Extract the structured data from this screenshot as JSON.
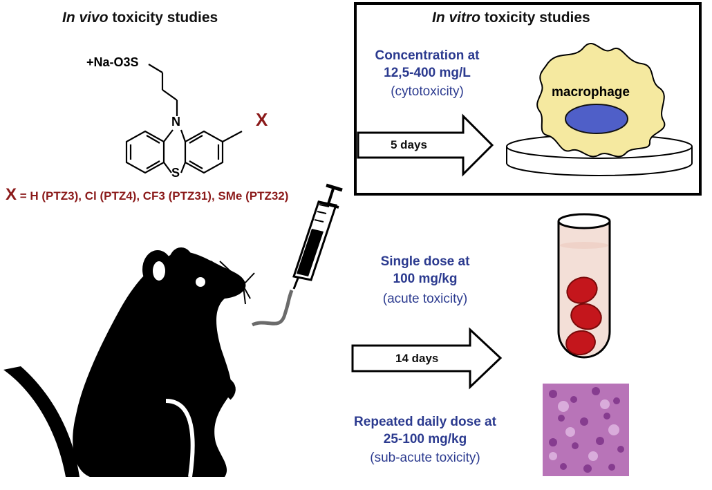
{
  "in_vivo": {
    "title_italic": "In vivo",
    "title_rest": " toxicity studies"
  },
  "in_vitro": {
    "title_italic": "In vitro",
    "title_rest": " toxicity studies",
    "conc_line1": "Concentration at",
    "conc_line2": "12,5-400 mg/L",
    "conc_line3": "(cytotoxicity)",
    "arrow_label": "5 days",
    "cell_label": "macrophage"
  },
  "molecule": {
    "counter_ion": "+Na-O3S",
    "n_atom": "N",
    "s_atom": "S",
    "substituent": "X",
    "legend_x": "X",
    "legend_rest": " = H (PTZ3), Cl (PTZ4), CF3 (PTZ31), SMe (PTZ32)"
  },
  "acute": {
    "line1": "Single dose at",
    "line2": "100 mg/kg",
    "line3": "(acute toxicity)"
  },
  "subacute": {
    "line1": "Repeated daily dose at",
    "line2": "25-100 mg/kg",
    "line3": "(sub-acute toxicity)"
  },
  "arrow2_label": "14 days",
  "colors": {
    "label_blue": "#2b3a8f",
    "substituent_red": "#8b1a1a",
    "cell_yellow": "#f5e9a0",
    "nucleus_blue": "#4f5fc8",
    "blood_red": "#c4161c"
  }
}
